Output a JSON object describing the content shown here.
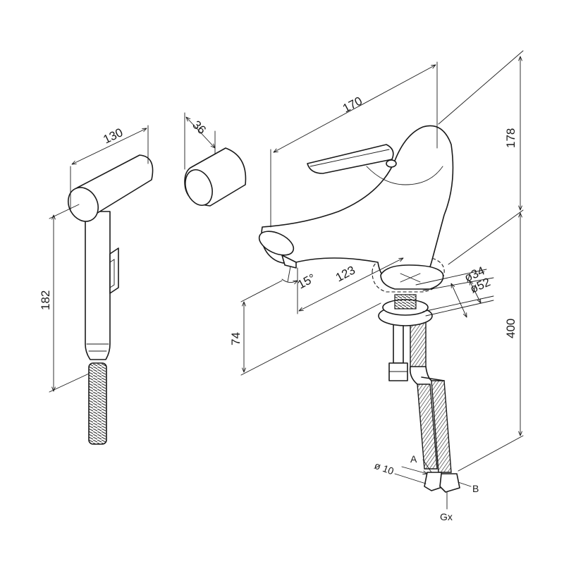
{
  "dimensions": {
    "handle_length": "130",
    "handle_height": "182",
    "cap_width": "36",
    "faucet_length": "170",
    "faucet_height": "178",
    "spout_reach": "123",
    "angle": "15°",
    "spout_height": "74",
    "base_d1": "ø34",
    "base_d2": "ø52",
    "overall_height": "400",
    "hose_diameter": "ø 10"
  },
  "labels": {
    "a": "A",
    "b": "B",
    "gx": "Gx"
  }
}
